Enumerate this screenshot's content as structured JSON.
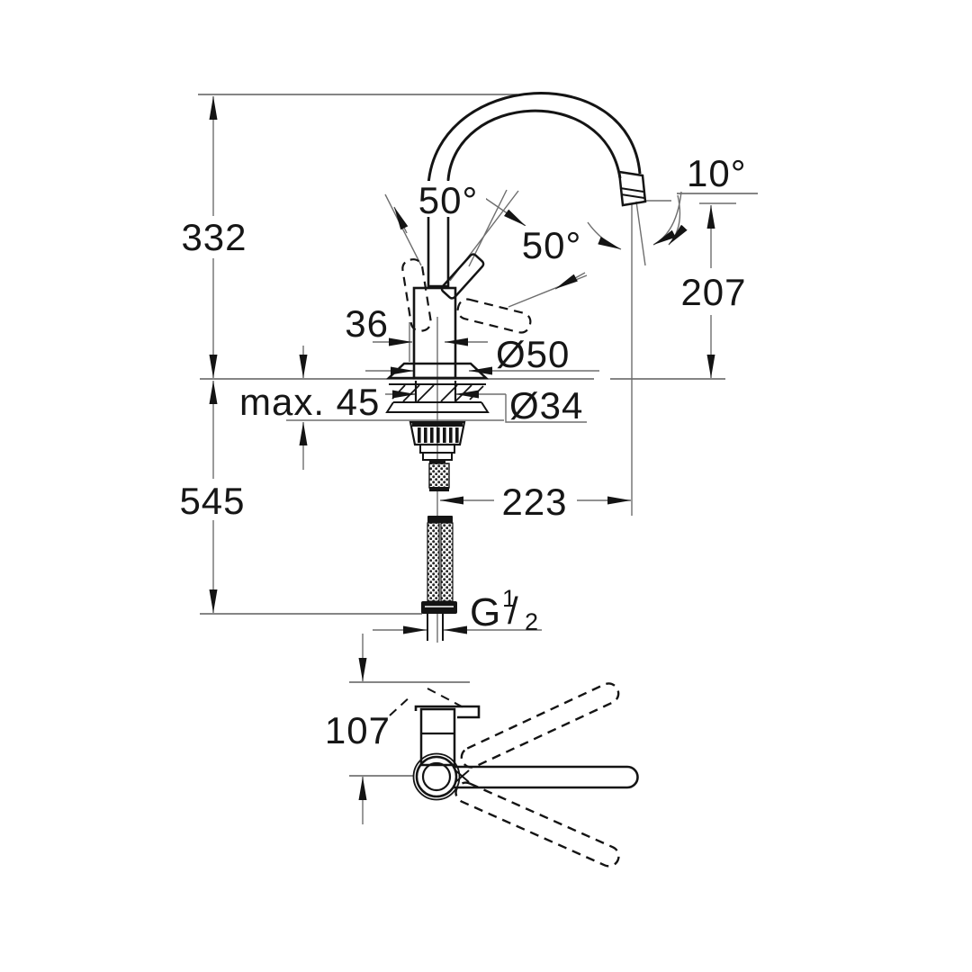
{
  "colors": {
    "background": "#ffffff",
    "drawing_line": "#141414",
    "dimension_line": "#6e6e6e"
  },
  "side_view": {
    "total_height": "332",
    "below_deck_depth": "545",
    "max_deck_thickness": "max. 45",
    "body_width": "36",
    "base_diameter": "Ø50",
    "mounting_hole_diameter": "Ø34",
    "outlet_height": "207",
    "spout_reach": "223",
    "outlet_angle": "10°",
    "lever_front_angle": "50°",
    "lever_back_angle": "50°",
    "thread_letter": "G",
    "thread_numerator": "1",
    "thread_slash": "/",
    "thread_denominator": "2"
  },
  "top_view": {
    "handle_projection": "107"
  }
}
